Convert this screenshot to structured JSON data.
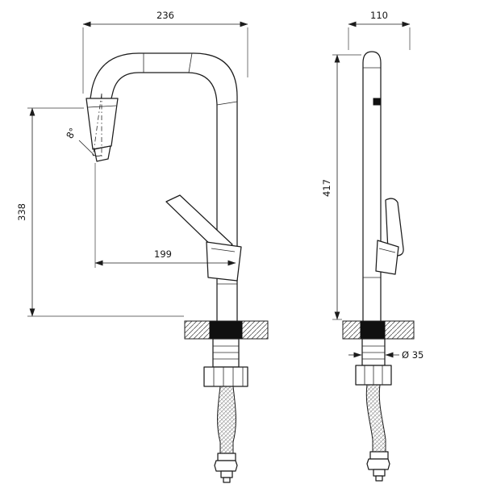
{
  "drawing": {
    "dimensions": {
      "front_width": "236",
      "front_height": "338",
      "front_reach": "199",
      "front_angle": "8°",
      "side_width": "110",
      "side_height": "417",
      "base_diameter": "Ø 35"
    },
    "colors": {
      "background": "#ffffff",
      "line": "#1c1c1c",
      "dark_fill": "#101010"
    }
  }
}
